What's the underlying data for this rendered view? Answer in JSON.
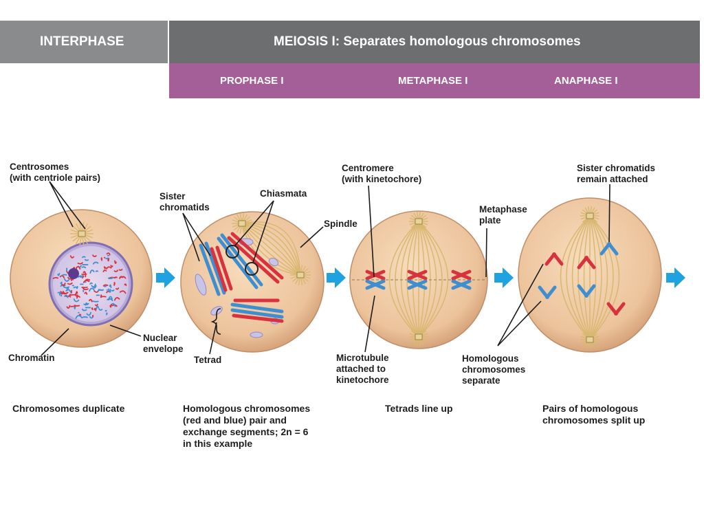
{
  "header": {
    "interphase": "INTERPHASE",
    "meiosis": "MEIOSIS I: Separates homologous chromosomes",
    "phases": [
      "PROPHASE I",
      "METAPHASE I",
      "ANAPHASE I"
    ]
  },
  "labels": {
    "centrosomes": [
      "Centrosomes",
      "(with centriole pairs)"
    ],
    "chromatin": "Chromatin",
    "nuclear_envelope": [
      "Nuclear",
      "envelope"
    ],
    "sister_chromatids": [
      "Sister",
      "chromatids"
    ],
    "chiasmata": "Chiasmata",
    "spindle": "Spindle",
    "tetrad": "Tetrad",
    "centromere": [
      "Centromere",
      "(with kinetochore)"
    ],
    "metaphase_plate": [
      "Metaphase",
      "plate"
    ],
    "microtubule": [
      "Microtubule",
      "attached to",
      "kinetochore"
    ],
    "sister_attached": [
      "Sister chromatids",
      "remain attached"
    ],
    "homologous_separate": [
      "Homologous",
      "chromosomes",
      "separate"
    ]
  },
  "captions": {
    "interphase": [
      "Chromosomes duplicate"
    ],
    "prophase": [
      "Homologous chromosomes",
      "(red and blue) pair and",
      "exchange segments; 2n = 6",
      "in this example"
    ],
    "metaphase": [
      "Tetrads line up"
    ],
    "anaphase": [
      "Pairs of homologous",
      "chromosomes split up"
    ]
  },
  "colors": {
    "header_gray": "#6d6e70",
    "interphase_gray": "#8a8b8d",
    "phase_purple": "#a45f98",
    "cell": "#f2cfa8",
    "chromosome_red": "#d9323f",
    "chromosome_blue": "#3f8fd0",
    "arrow": "#1fa3e0",
    "spindle": "#d9b871"
  }
}
